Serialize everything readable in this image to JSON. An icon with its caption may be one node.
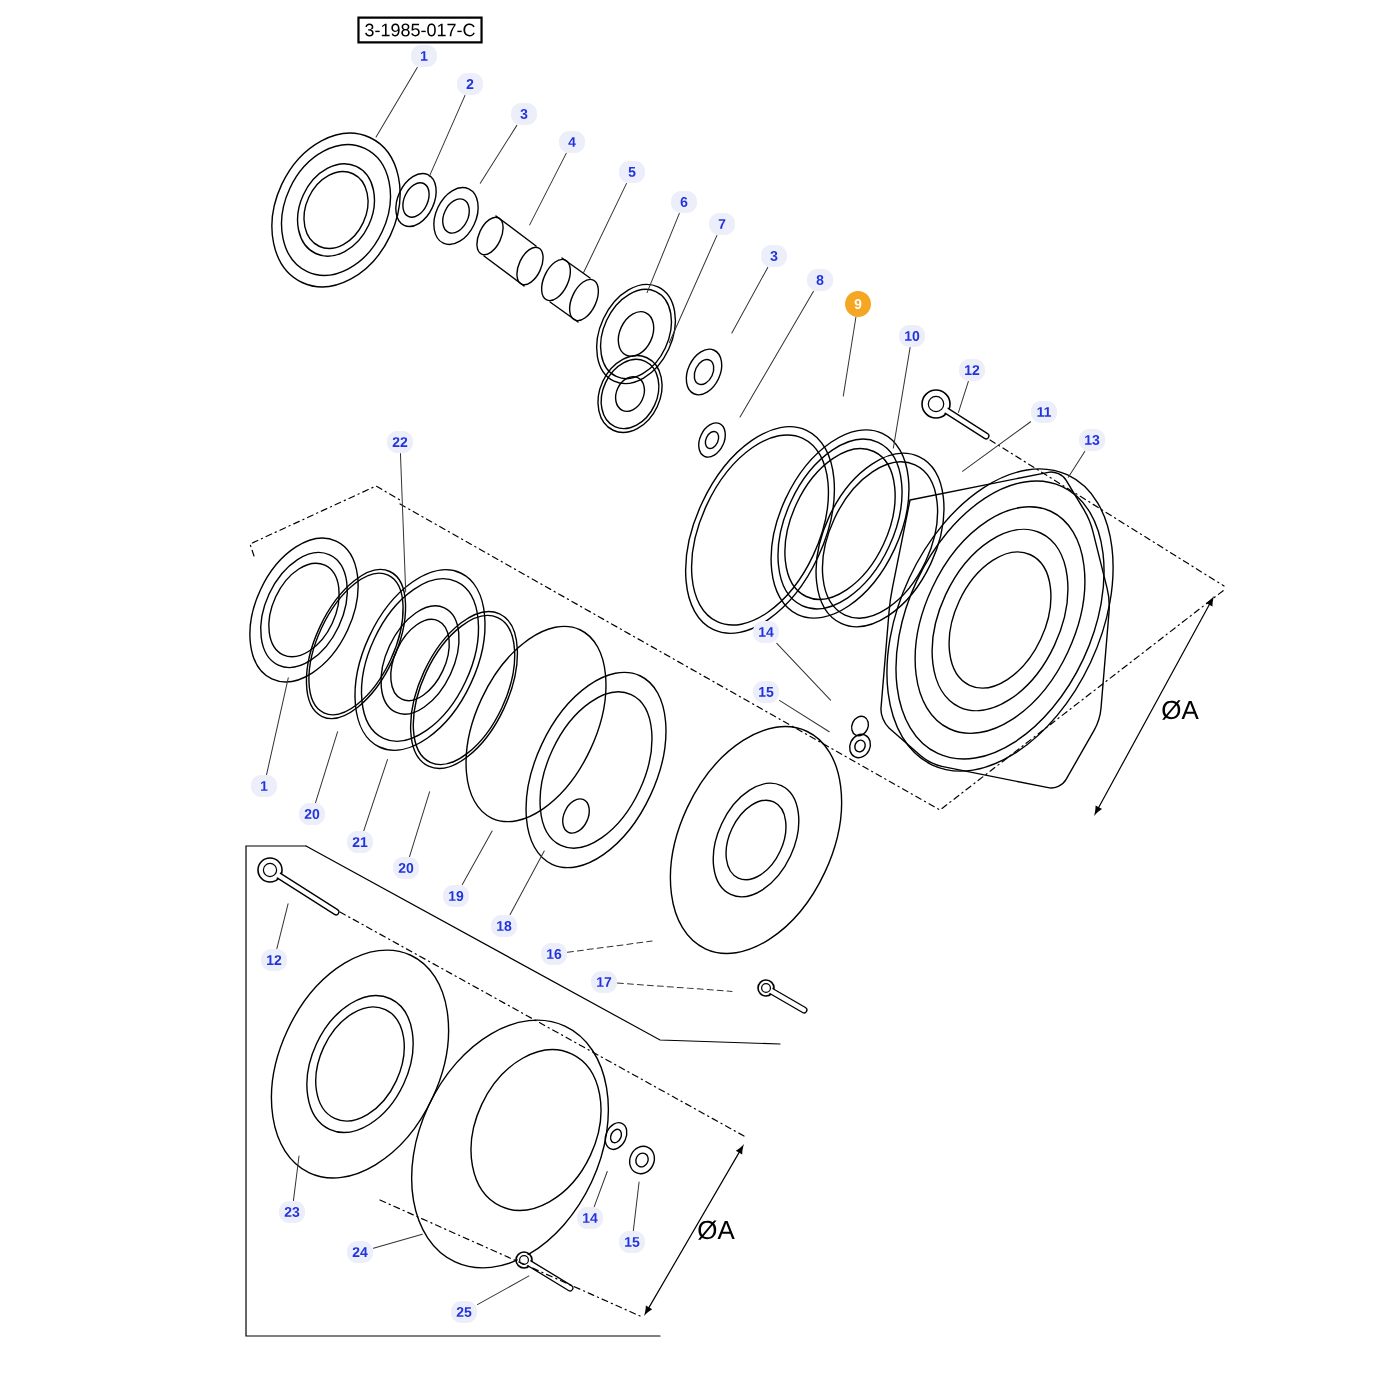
{
  "diagram": {
    "nodes": [
      {
        "text": [
          "3-1985-017-C"
        ]
      },
      {
        "text": [
          "1"
        ]
      },
      {
        "text": [
          "2"
        ]
      },
      {
        "text": [
          "3"
        ]
      },
      {
        "text": [
          "4"
        ]
      },
      {
        "text": [
          "5"
        ]
      },
      {
        "text": [
          "6"
        ]
      },
      {
        "text": [
          "7"
        ]
      },
      {
        "text": [
          "3"
        ]
      },
      {
        "text": [
          "8"
        ]
      },
      {
        "text": [
          "9"
        ]
      },
      {
        "text": [
          "10"
        ]
      },
      {
        "text": [
          "12"
        ]
      },
      {
        "text": [
          "11"
        ]
      },
      {
        "text": [
          "13"
        ]
      },
      {
        "text": [
          "22"
        ]
      },
      {
        "text": [
          "14"
        ]
      },
      {
        "text": [
          "15"
        ]
      },
      {
        "text": [
          "1"
        ]
      },
      {
        "text": [
          "20"
        ]
      },
      {
        "text": [
          "21"
        ]
      },
      {
        "text": [
          "20"
        ]
      },
      {
        "text": [
          "19"
        ]
      },
      {
        "text": [
          "18"
        ]
      },
      {
        "text": [
          "16"
        ]
      },
      {
        "text": [
          "17"
        ]
      },
      {
        "text": [
          "12"
        ]
      },
      {
        "text": [
          "23"
        ]
      },
      {
        "text": [
          "14"
        ]
      },
      {
        "text": [
          "15"
        ]
      },
      {
        "text": [
          "24"
        ]
      },
      {
        "text": [
          "25"
        ]
      }
    ],
    "edges": [
      {
        "from": 1,
        "to": null,
        "arrow": "none"
      },
      {
        "from": 2,
        "to": null,
        "arrow": "none"
      },
      {
        "from": 3,
        "to": null,
        "arrow": "none"
      },
      {
        "from": 4,
        "to": null,
        "arrow": "none"
      },
      {
        "from": 5,
        "to": null,
        "arrow": "none"
      },
      {
        "from": 6,
        "to": null,
        "arrow": "none"
      },
      {
        "from": 7,
        "to": null,
        "arrow": "none"
      },
      {
        "from": 8,
        "to": null,
        "arrow": "none"
      },
      {
        "from": 9,
        "to": null,
        "arrow": "none"
      },
      {
        "from": 10,
        "to": null,
        "arrow": "none"
      },
      {
        "from": 11,
        "to": null,
        "arrow": "none"
      },
      {
        "from": 12,
        "to": null,
        "arrow": "none"
      },
      {
        "from": 13,
        "to": null,
        "arrow": "none"
      },
      {
        "from": 14,
        "to": null,
        "arrow": "none"
      },
      {
        "from": 15,
        "to": null,
        "arrow": "none"
      },
      {
        "from": 16,
        "to": null,
        "arrow": "none"
      },
      {
        "from": 17,
        "to": null,
        "arrow": "none"
      },
      {
        "from": 18,
        "to": null,
        "arrow": "none"
      },
      {
        "from": 19,
        "to": null,
        "arrow": "none"
      },
      {
        "from": 20,
        "to": null,
        "arrow": "none"
      },
      {
        "from": 21,
        "to": null,
        "arrow": "none"
      },
      {
        "from": 22,
        "to": null,
        "arrow": "none"
      },
      {
        "from": 23,
        "to": null,
        "arrow": "none"
      },
      {
        "from": 24,
        "to": null,
        "arrow": "none",
        "style": "dashed"
      },
      {
        "from": 25,
        "to": null,
        "arrow": "none",
        "style": "dashed"
      },
      {
        "from": 26,
        "to": null,
        "arrow": "none"
      },
      {
        "from": 27,
        "to": null,
        "arrow": "none"
      },
      {
        "from": 28,
        "to": null,
        "arrow": "none"
      },
      {
        "from": 29,
        "to": null,
        "arrow": "none"
      },
      {
        "from": 30,
        "to": null,
        "arrow": "none"
      },
      {
        "from": 31,
        "to": null,
        "arrow": "none"
      }
    ],
    "labels": [
      "ØA",
      "ØA"
    ]
  }
}
